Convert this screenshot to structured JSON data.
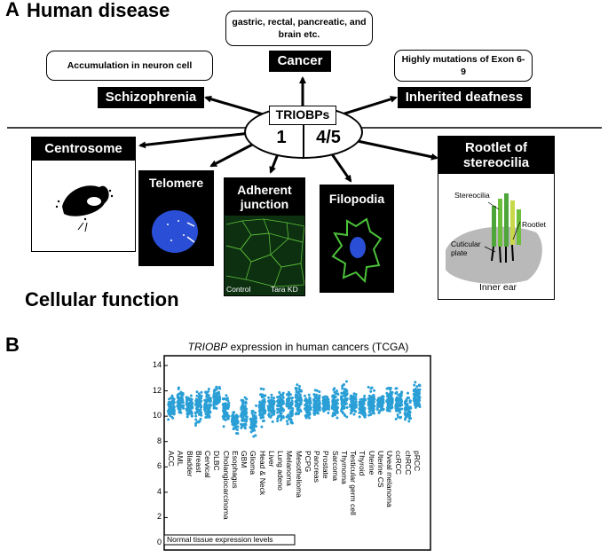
{
  "panel_a": {
    "letter": "A",
    "title_top": "Human disease",
    "title_bottom": "Cellular function",
    "center": {
      "label": "TRIOBPs",
      "left": "1",
      "right": "4/5"
    },
    "diseases": [
      {
        "name": "Schizophrenia",
        "note": "Accumulation in neuron cell"
      },
      {
        "name": "Cancer",
        "note": "gastric, rectal, pancreatic, and brain etc."
      },
      {
        "name": "Inherited deafness",
        "note": "Highly mutations of Exon 6-9"
      }
    ],
    "functions": [
      {
        "name": "Centrosome"
      },
      {
        "name": "Telomere"
      },
      {
        "name": "Adherent junction",
        "sub_left": "Control",
        "sub_right": "Tara KD"
      },
      {
        "name": "Filopodia"
      },
      {
        "name": "Rootlet of stereocilia",
        "labels": [
          "Stereocilia",
          "Rootlet",
          "Cuticular plate",
          "Inner ear"
        ]
      }
    ]
  },
  "panel_b": {
    "letter": "B",
    "title_italic": "TRIOBP",
    "title_rest": " expression in human cancers (TCGA)",
    "normal_label": "Normal tissue expression levels"
  },
  "chart_data": {
    "type": "scatter",
    "title": "TRIOBP expression in human cancers (TCGA)",
    "ylim": [
      0,
      14
    ],
    "yticks": [
      0,
      2,
      4,
      6,
      8,
      10,
      12,
      14
    ],
    "point_color": "#2a9fd6",
    "categories": [
      "ACC",
      "AML",
      "Bladder",
      "Breast",
      "Cervical",
      "DLBC",
      "Cholangiocarcinoma",
      "Esophagus",
      "GBM",
      "Glioma",
      "Head & Neck",
      "Liver",
      "Lung adeno",
      "Melanoma",
      "Mesothelioma",
      "PCPG",
      "Pancreas",
      "Prostate",
      "Sarcoma",
      "Thymoma",
      "Testicular germ cell",
      "Thyroid",
      "Uterine",
      "Uterine CS",
      "Uveal melanoma",
      "ccRCC",
      "chRCC",
      "pRCC"
    ],
    "series": [
      {
        "stats": [
          {
            "low": 9.5,
            "high": 12.0
          },
          {
            "low": 10.0,
            "high": 12.5
          },
          {
            "low": 9.5,
            "high": 12.0
          },
          {
            "low": 9.0,
            "high": 12.5
          },
          {
            "low": 9.5,
            "high": 12.5
          },
          {
            "low": 10.0,
            "high": 12.8
          },
          {
            "low": 9.0,
            "high": 12.0
          },
          {
            "low": 8.5,
            "high": 10.7
          },
          {
            "low": 8.5,
            "high": 12.0
          },
          {
            "low": 8.0,
            "high": 11.0
          },
          {
            "low": 9.0,
            "high": 12.5
          },
          {
            "low": 9.5,
            "high": 12.0
          },
          {
            "low": 9.0,
            "high": 12.5
          },
          {
            "low": 9.0,
            "high": 12.5
          },
          {
            "low": 9.5,
            "high": 13.0
          },
          {
            "low": 9.5,
            "high": 12.0
          },
          {
            "low": 9.5,
            "high": 12.5
          },
          {
            "low": 10.0,
            "high": 12.0
          },
          {
            "low": 9.5,
            "high": 12.5
          },
          {
            "low": 9.5,
            "high": 13.0
          },
          {
            "low": 10.0,
            "high": 12.0
          },
          {
            "low": 9.5,
            "high": 12.0
          },
          {
            "low": 9.5,
            "high": 12.5
          },
          {
            "low": 10.0,
            "high": 12.0
          },
          {
            "low": 10.0,
            "high": 12.5
          },
          {
            "low": 9.5,
            "high": 12.5
          },
          {
            "low": 9.0,
            "high": 12.0
          },
          {
            "low": 10.0,
            "high": 13.0
          }
        ]
      }
    ]
  }
}
